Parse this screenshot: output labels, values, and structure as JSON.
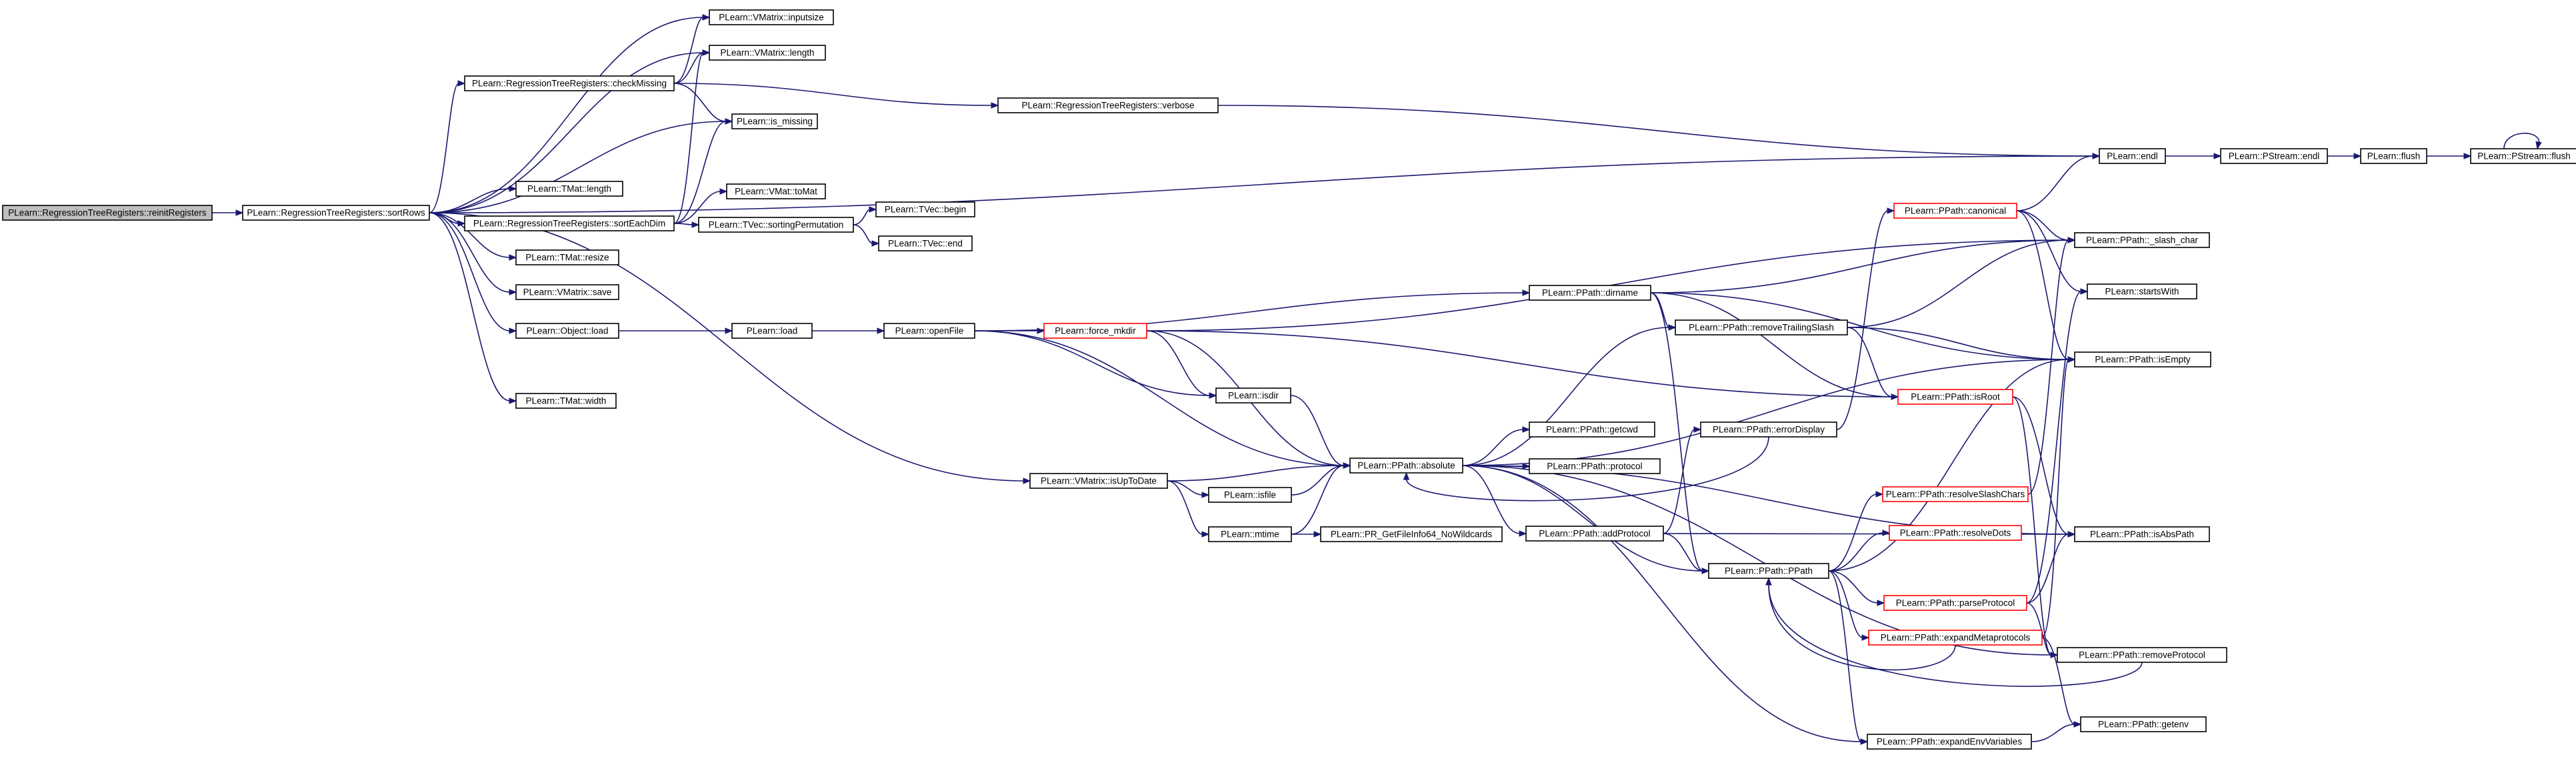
{
  "graph": {
    "edge_color": "#191970",
    "truncated_border_color": "#ff0000",
    "root_fill": "#bfbfbf",
    "nodes": [
      {
        "id": "reinit",
        "label": "PLearn::RegressionTreeRegisters::reinitRegisters",
        "root": true
      },
      {
        "id": "sortRows",
        "label": "PLearn::RegressionTreeRegisters::sortRows"
      },
      {
        "id": "inputsize",
        "label": "PLearn::VMatrix::inputsize"
      },
      {
        "id": "vmlength",
        "label": "PLearn::VMatrix::length"
      },
      {
        "id": "checkMissing",
        "label": "PLearn::RegressionTreeRegisters::checkMissing"
      },
      {
        "id": "ismissing",
        "label": "PLearn::is_missing"
      },
      {
        "id": "verbose",
        "label": "PLearn::RegressionTreeRegisters::verbose"
      },
      {
        "id": "endl",
        "label": "PLearn::endl"
      },
      {
        "id": "psendl",
        "label": "PLearn::PStream::endl"
      },
      {
        "id": "flush",
        "label": "PLearn::flush"
      },
      {
        "id": "psflush",
        "label": "PLearn::PStream::flush"
      },
      {
        "id": "tmlength",
        "label": "PLearn::TMat::length"
      },
      {
        "id": "toMat",
        "label": "PLearn::VMat::toMat"
      },
      {
        "id": "sortEachDim",
        "label": "PLearn::RegressionTreeRegisters::sortEachDim"
      },
      {
        "id": "sortPerm",
        "label": "PLearn::TVec::sortingPermutation"
      },
      {
        "id": "tvbegin",
        "label": "PLearn::TVec::begin"
      },
      {
        "id": "tvend",
        "label": "PLearn::TVec::end"
      },
      {
        "id": "resize",
        "label": "PLearn::TMat::resize"
      },
      {
        "id": "save",
        "label": "PLearn::VMatrix::save"
      },
      {
        "id": "objload",
        "label": "PLearn::Object::load"
      },
      {
        "id": "load",
        "label": "PLearn::load"
      },
      {
        "id": "openFile",
        "label": "PLearn::openFile"
      },
      {
        "id": "forcemkdir",
        "label": "PLearn::force_mkdir",
        "truncated": true
      },
      {
        "id": "isdir",
        "label": "PLearn::isdir"
      },
      {
        "id": "tmwidth",
        "label": "PLearn::TMat::width"
      },
      {
        "id": "isUpToDate",
        "label": "PLearn::VMatrix::isUpToDate"
      },
      {
        "id": "isfile",
        "label": "PLearn::isfile"
      },
      {
        "id": "mtime",
        "label": "PLearn::mtime"
      },
      {
        "id": "prget",
        "label": "PLearn::PR_GetFileInfo64_NoWildcards"
      },
      {
        "id": "absolute",
        "label": "PLearn::PPath::absolute"
      },
      {
        "id": "getcwd",
        "label": "PLearn::PPath::getcwd"
      },
      {
        "id": "protocol",
        "label": "PLearn::PPath::protocol"
      },
      {
        "id": "addProtocol",
        "label": "PLearn::PPath::addProtocol"
      },
      {
        "id": "dirname",
        "label": "PLearn::PPath::dirname"
      },
      {
        "id": "removeTrailing",
        "label": "PLearn::PPath::removeTrailingSlash"
      },
      {
        "id": "errorDisplay",
        "label": "PLearn::PPath::errorDisplay"
      },
      {
        "id": "ppath",
        "label": "PLearn::PPath::PPath"
      },
      {
        "id": "expandEnv",
        "label": "PLearn::PPath::expandEnvVariables"
      },
      {
        "id": "canonical",
        "label": "PLearn::PPath::canonical",
        "truncated": true
      },
      {
        "id": "isRoot",
        "label": "PLearn::PPath::isRoot",
        "truncated": true
      },
      {
        "id": "resolveSlash",
        "label": "PLearn::PPath::resolveSlashChars",
        "truncated": true
      },
      {
        "id": "resolveDots",
        "label": "PLearn::PPath::resolveDots",
        "truncated": true
      },
      {
        "id": "parseProtocol",
        "label": "PLearn::PPath::parseProtocol",
        "truncated": true
      },
      {
        "id": "expandMeta",
        "label": "PLearn::PPath::expandMetaprotocols",
        "truncated": true
      },
      {
        "id": "slashchar",
        "label": "PLearn::PPath::_slash_char"
      },
      {
        "id": "startsWith",
        "label": "PLearn::startsWith"
      },
      {
        "id": "isEmpty",
        "label": "PLearn::PPath::isEmpty"
      },
      {
        "id": "isAbsPath",
        "label": "PLearn::PPath::isAbsPath"
      },
      {
        "id": "removeProtocol",
        "label": "PLearn::PPath::removeProtocol"
      },
      {
        "id": "getenv",
        "label": "PLearn::PPath::getenv"
      }
    ],
    "edges": [
      [
        "reinit",
        "sortRows"
      ],
      [
        "sortRows",
        "inputsize"
      ],
      [
        "sortRows",
        "vmlength"
      ],
      [
        "sortRows",
        "checkMissing"
      ],
      [
        "sortRows",
        "ismissing"
      ],
      [
        "sortRows",
        "endl"
      ],
      [
        "sortRows",
        "tmlength"
      ],
      [
        "sortRows",
        "sortEachDim"
      ],
      [
        "sortRows",
        "resize"
      ],
      [
        "sortRows",
        "save"
      ],
      [
        "sortRows",
        "objload"
      ],
      [
        "sortRows",
        "tmwidth"
      ],
      [
        "sortRows",
        "isUpToDate"
      ],
      [
        "checkMissing",
        "inputsize"
      ],
      [
        "checkMissing",
        "vmlength"
      ],
      [
        "checkMissing",
        "ismissing"
      ],
      [
        "checkMissing",
        "verbose"
      ],
      [
        "verbose",
        "endl"
      ],
      [
        "endl",
        "psendl"
      ],
      [
        "psendl",
        "flush"
      ],
      [
        "flush",
        "psflush"
      ],
      [
        "psflush",
        "psflush"
      ],
      [
        "sortEachDim",
        "vmlength"
      ],
      [
        "sortEachDim",
        "ismissing"
      ],
      [
        "sortEachDim",
        "toMat"
      ],
      [
        "sortEachDim",
        "sortPerm"
      ],
      [
        "sortPerm",
        "tvbegin"
      ],
      [
        "sortPerm",
        "tvend"
      ],
      [
        "objload",
        "load"
      ],
      [
        "load",
        "openFile"
      ],
      [
        "openFile",
        "dirname"
      ],
      [
        "openFile",
        "forcemkdir"
      ],
      [
        "openFile",
        "isdir"
      ],
      [
        "openFile",
        "absolute"
      ],
      [
        "forcemkdir",
        "slashchar"
      ],
      [
        "forcemkdir",
        "isdir"
      ],
      [
        "forcemkdir",
        "absolute"
      ],
      [
        "forcemkdir",
        "isRoot"
      ],
      [
        "isdir",
        "absolute"
      ],
      [
        "isUpToDate",
        "isfile"
      ],
      [
        "isUpToDate",
        "mtime"
      ],
      [
        "isUpToDate",
        "absolute"
      ],
      [
        "isfile",
        "absolute"
      ],
      [
        "mtime",
        "absolute"
      ],
      [
        "mtime",
        "prget"
      ],
      [
        "absolute",
        "getcwd"
      ],
      [
        "absolute",
        "protocol"
      ],
      [
        "absolute",
        "addProtocol"
      ],
      [
        "absolute",
        "removeTrailing"
      ],
      [
        "absolute",
        "ppath"
      ],
      [
        "absolute",
        "isEmpty"
      ],
      [
        "absolute",
        "isAbsPath"
      ],
      [
        "absolute",
        "removeProtocol"
      ],
      [
        "absolute",
        "expandEnv"
      ],
      [
        "addProtocol",
        "errorDisplay"
      ],
      [
        "addProtocol",
        "ppath"
      ],
      [
        "addProtocol",
        "isAbsPath"
      ],
      [
        "dirname",
        "slashchar"
      ],
      [
        "dirname",
        "removeTrailing"
      ],
      [
        "dirname",
        "isEmpty"
      ],
      [
        "dirname",
        "isRoot"
      ],
      [
        "dirname",
        "ppath"
      ],
      [
        "removeTrailing",
        "slashchar"
      ],
      [
        "removeTrailing",
        "isRoot"
      ],
      [
        "removeTrailing",
        "isEmpty"
      ],
      [
        "errorDisplay",
        "absolute"
      ],
      [
        "errorDisplay",
        "canonical"
      ],
      [
        "canonical",
        "endl"
      ],
      [
        "canonical",
        "slashchar"
      ],
      [
        "canonical",
        "startsWith"
      ],
      [
        "canonical",
        "isEmpty"
      ],
      [
        "isRoot",
        "isAbsPath"
      ],
      [
        "isRoot",
        "removeProtocol"
      ],
      [
        "ppath",
        "resolveSlash"
      ],
      [
        "ppath",
        "resolveDots"
      ],
      [
        "ppath",
        "parseProtocol"
      ],
      [
        "ppath",
        "expandMeta"
      ],
      [
        "ppath",
        "expandEnv"
      ],
      [
        "ppath",
        "isEmpty"
      ],
      [
        "resolveSlash",
        "slashchar"
      ],
      [
        "parseProtocol",
        "isAbsPath"
      ],
      [
        "parseProtocol",
        "removeProtocol"
      ],
      [
        "parseProtocol",
        "startsWith"
      ],
      [
        "expandMeta",
        "ppath"
      ],
      [
        "expandMeta",
        "getenv"
      ],
      [
        "expandMeta",
        "isEmpty"
      ],
      [
        "expandEnv",
        "getenv"
      ],
      [
        "removeProtocol",
        "ppath"
      ]
    ]
  }
}
